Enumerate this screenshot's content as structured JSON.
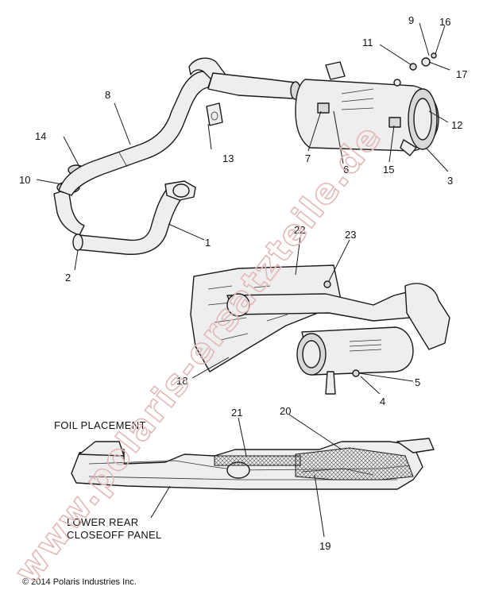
{
  "callouts": {
    "c1": "1",
    "c2": "2",
    "c3": "3",
    "c4": "4",
    "c5": "5",
    "c6": "6",
    "c7": "7",
    "c8": "8",
    "c9": "9",
    "c10": "10",
    "c11": "11",
    "c12": "12",
    "c13": "13",
    "c14": "14",
    "c15": "15",
    "c16": "16",
    "c17": "17",
    "c18": "18",
    "c19": "19",
    "c20": "20",
    "c21": "21",
    "c22": "22",
    "c23": "23"
  },
  "labels": {
    "foil_placement": "FOIL PLACEMENT",
    "lower_rear_line1": "LOWER REAR",
    "lower_rear_line2": "CLOSEOFF PANEL"
  },
  "copyright": "© 2014 Polaris Industries Inc.",
  "watermark": "www.polaris-ersatzteile.de",
  "colors": {
    "watermark": "#e3b8b8",
    "line": "#1a1a1a",
    "foil": "#8a8a8a"
  }
}
